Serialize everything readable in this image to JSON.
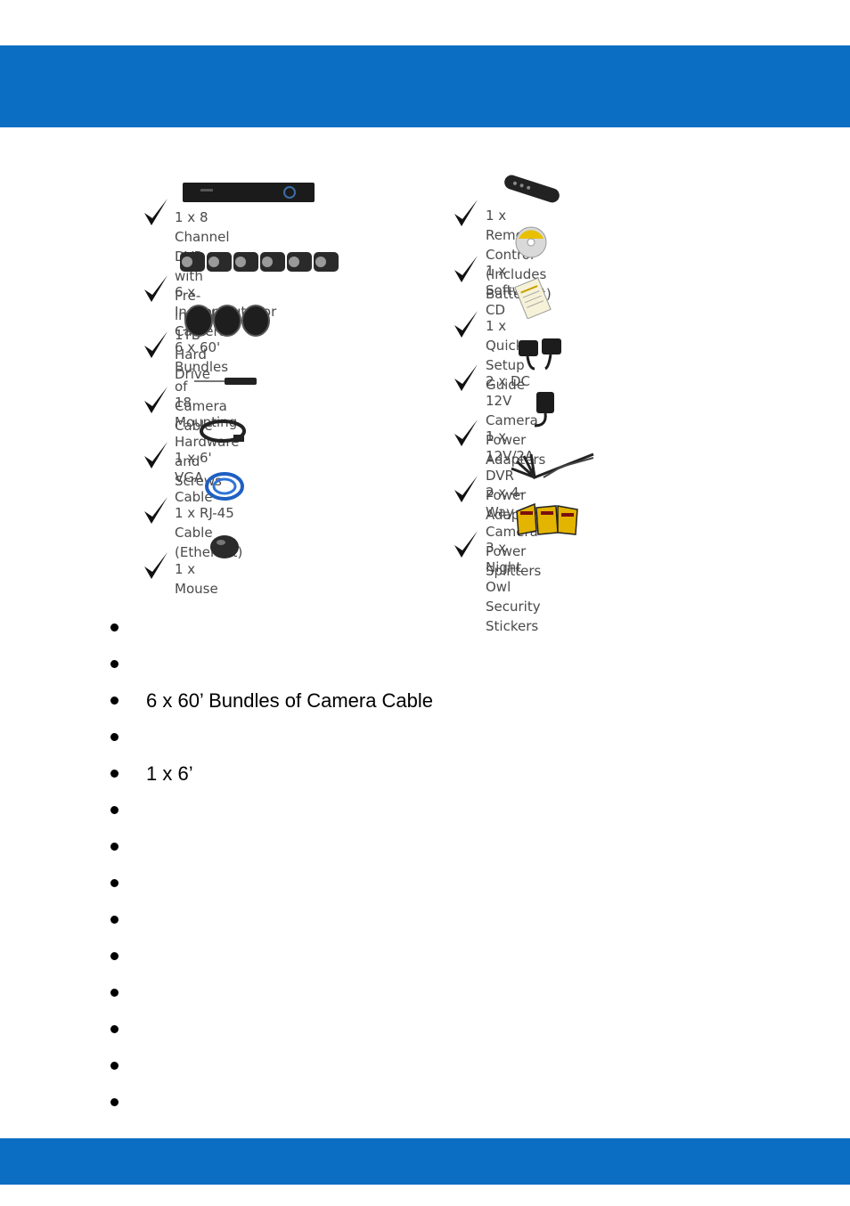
{
  "colors": {
    "band": "#0b6ec3",
    "check": "#111111"
  },
  "contents": {
    "left": [
      {
        "label": "1 x 8 Channel DVR with Pre-installed\n1TB Hard Drive",
        "icon": "dvr-icon"
      },
      {
        "label": "6 x Indoor/Outdoor Cameras",
        "icon": "camera-icon"
      },
      {
        "label": "6 x 60' Bundles of Camera Cable",
        "icon": "cable-bundle-icon"
      },
      {
        "label": "18 Mounting Hardware and Screws",
        "icon": "screw-icon"
      },
      {
        "label": "1 x 6' VGA Cable",
        "icon": "vga-cable-icon"
      },
      {
        "label": "1 x RJ-45 Cable (Ethernet)",
        "icon": "ethernet-cable-icon"
      },
      {
        "label": "1 x Mouse",
        "icon": "mouse-icon"
      }
    ],
    "right": [
      {
        "label": "1 x Remote Control (Includes Batteries)",
        "icon": "remote-icon"
      },
      {
        "label": "1 x Software CD",
        "icon": "cd-icon"
      },
      {
        "label": "1 x Quick Setup Guide",
        "icon": "guide-icon"
      },
      {
        "label": "2 x DC 12V Camera Power Adapters",
        "icon": "power-adapter-icon"
      },
      {
        "label": "1 x 12V/2A DVR Power Adapter",
        "icon": "dvr-adapter-icon"
      },
      {
        "label": "2 x 4-Way Camera Power Splitters",
        "icon": "splitter-icon"
      },
      {
        "label": "3 x Night Owl Security Stickers",
        "icon": "sticker-icon"
      }
    ]
  },
  "bullets": [
    "",
    "",
    "6 x 60’ Bundles of Camera Cable",
    "",
    "1 x 6’",
    "",
    "",
    "",
    "",
    "",
    "",
    "",
    "",
    ""
  ]
}
